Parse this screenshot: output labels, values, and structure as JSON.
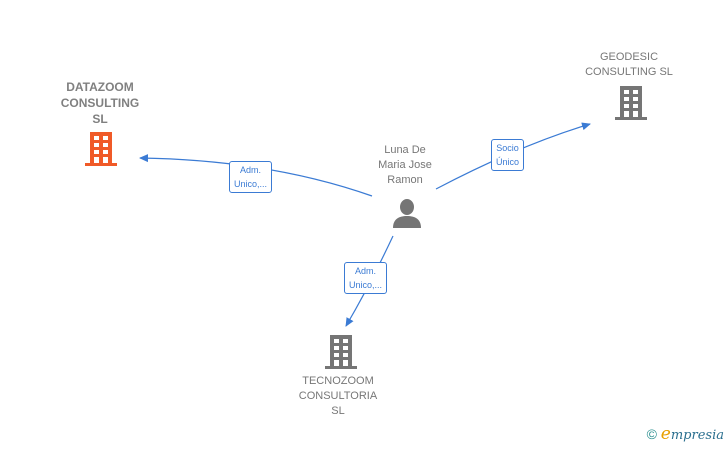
{
  "nodes": {
    "person": {
      "name_lines": [
        "Luna De",
        "Maria Jose",
        "Ramon"
      ],
      "icon": "person-icon"
    },
    "datazoom": {
      "name_lines": [
        "DATAZOOM",
        "CONSULTING",
        "SL"
      ],
      "icon": "building-icon",
      "color": "#f05a28"
    },
    "geodesic": {
      "name_lines": [
        "GEODESIC",
        "CONSULTING SL"
      ],
      "icon": "building-icon",
      "color": "#757575"
    },
    "tecnozoom": {
      "name_lines": [
        "TECNOZOOM",
        "CONSULTORIA",
        "SL"
      ],
      "icon": "building-icon",
      "color": "#757575"
    }
  },
  "edges": {
    "to_datazoom": {
      "label_lines": [
        "Adm.",
        "Unico,..."
      ]
    },
    "to_geodesic": {
      "label_lines": [
        "Socio",
        "Único"
      ]
    },
    "to_tecnozoom": {
      "label_lines": [
        "Adm.",
        "Unico,..."
      ]
    }
  },
  "colors": {
    "edge": "#3b7bd4",
    "highlight": "#f05a28",
    "node_gray": "#757575"
  },
  "footer": {
    "copyright": "©",
    "brand_first": "e",
    "brand_rest": "mpresia"
  }
}
